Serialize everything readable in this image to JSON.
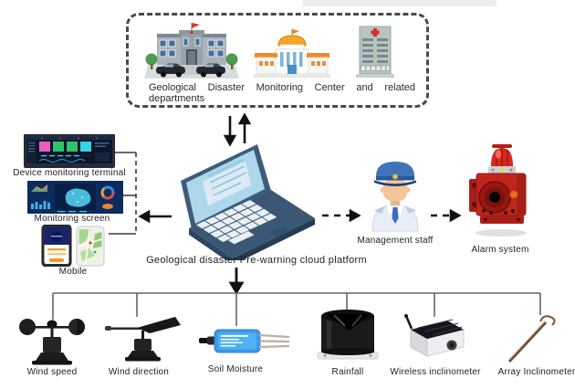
{
  "figure": {
    "stakeholders": {
      "caption_line1": "Geological Disaster Monitoring Center and related",
      "caption_line2": "departments"
    },
    "platform_label": "Geological disaster Pre-warning cloud platform",
    "left": {
      "device_terminal": "Device monitoring terminal",
      "monitoring_screen": "Monitoring screen",
      "mobile": "Mobile"
    },
    "right": {
      "management_staff": "Management staff",
      "alarm_system": "Alarm system"
    }
  },
  "sensors": [
    {
      "label": "Wind speed"
    },
    {
      "label": "Wind direction"
    },
    {
      "label": "Soil Moisture"
    },
    {
      "label": "Rainfall"
    },
    {
      "label": "Wireless inclinometer"
    },
    {
      "label": "Array Inclinometer"
    }
  ],
  "colors": {
    "laptop_body": "#3d5c7a",
    "laptop_screen": "#aed7ec",
    "alarm_red": "#c0251c",
    "dashboard_navy": "#0a2550",
    "tile_pink": "#ee5ec2",
    "tile_green": "#2ec46a",
    "tile_cyan": "#35d3e6",
    "connector_gray": "#666666",
    "arrow_black": "#111111"
  }
}
